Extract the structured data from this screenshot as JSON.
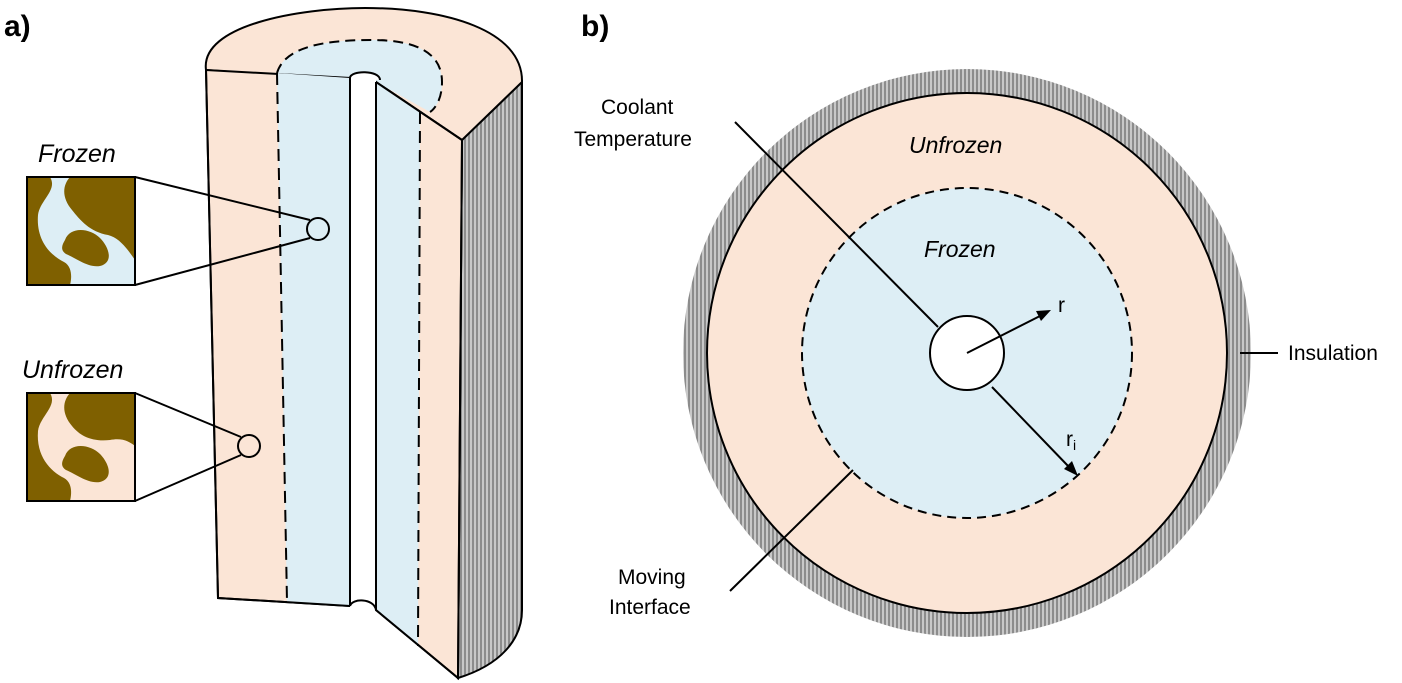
{
  "panel_a": {
    "label": "a)",
    "inset_frozen_label": "Frozen",
    "inset_unfrozen_label": "Unfrozen"
  },
  "panel_b": {
    "label": "b)",
    "unfrozen_label": "Unfrozen",
    "frozen_label": "Frozen",
    "r_label": "r",
    "ri_label": "r",
    "ri_subscript": "i",
    "coolant_line1": "Coolant",
    "coolant_line2": "Temperature",
    "insulation_label": "Insulation",
    "moving_line1": "Moving",
    "moving_line2": "Interface"
  },
  "colors": {
    "unfrozen": "#fbe5d6",
    "frozen": "#ddeef5",
    "soil": "#7f6000",
    "insulation": "#a6a6a6",
    "stroke": "#000000"
  }
}
